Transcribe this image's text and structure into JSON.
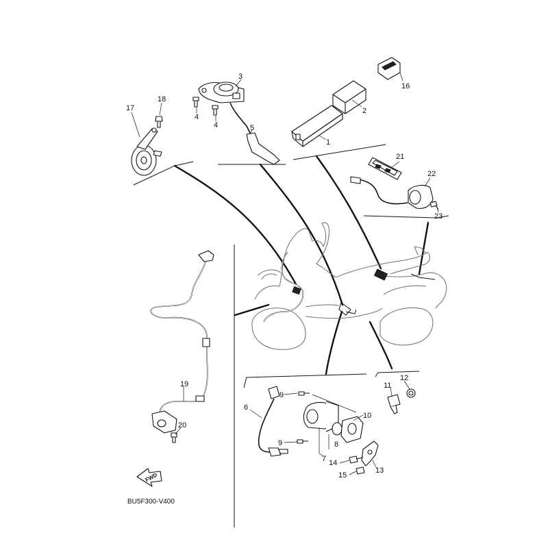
{
  "diagram": {
    "code": "BU5F300-V400",
    "fwd_label": "FWD",
    "callouts": [
      "1",
      "2",
      "3",
      "4",
      "4",
      "5",
      "6",
      "7",
      "8",
      "9",
      "9",
      "10",
      "11",
      "12",
      "13",
      "14",
      "15",
      "16",
      "17",
      "18",
      "19",
      "20",
      "21",
      "22",
      "23"
    ]
  }
}
